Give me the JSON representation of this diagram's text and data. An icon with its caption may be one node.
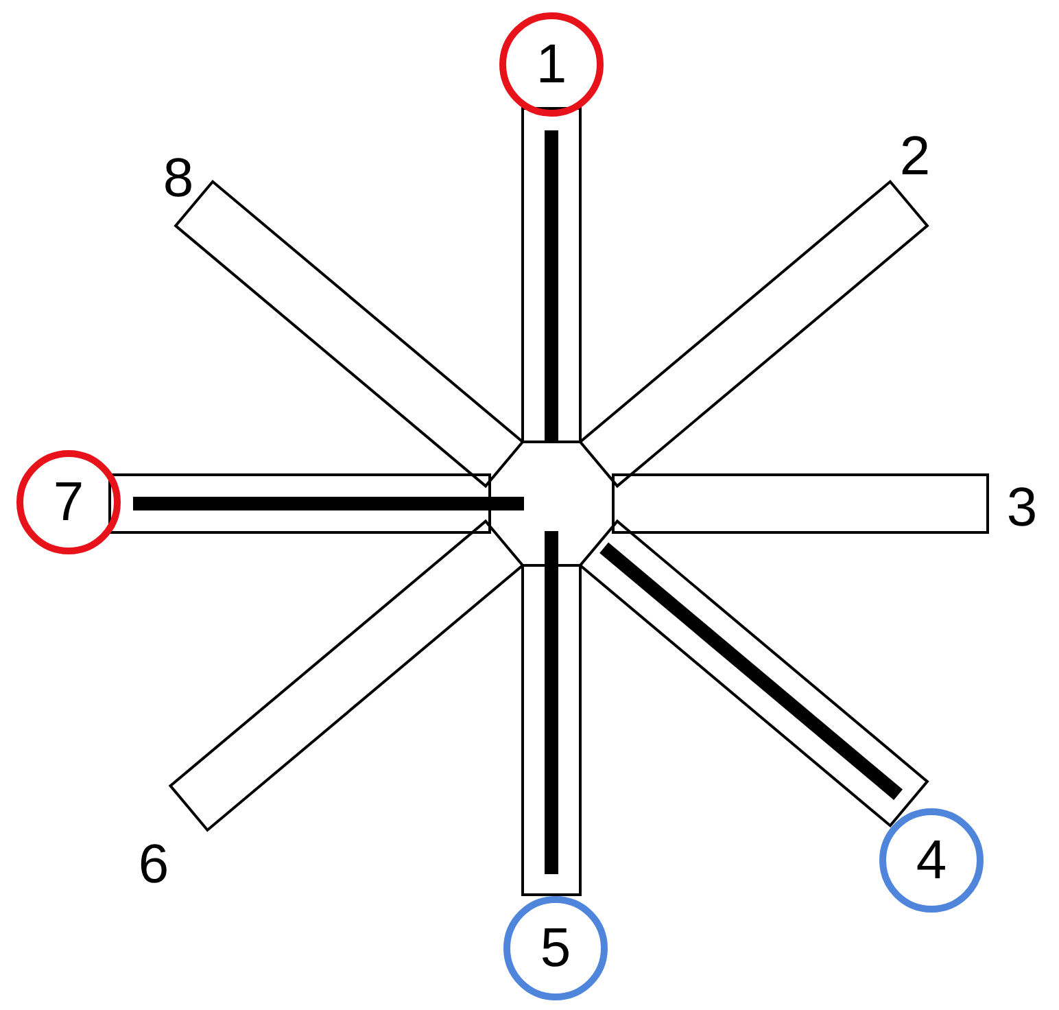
{
  "diagram": {
    "nodes": [
      {
        "text": [
          "1"
        ]
      },
      {
        "text": [
          "7"
        ]
      },
      {
        "text": [
          "4"
        ]
      },
      {
        "text": [
          "5"
        ]
      }
    ],
    "labels": [
      "8",
      "2",
      "3",
      "6"
    ]
  }
}
